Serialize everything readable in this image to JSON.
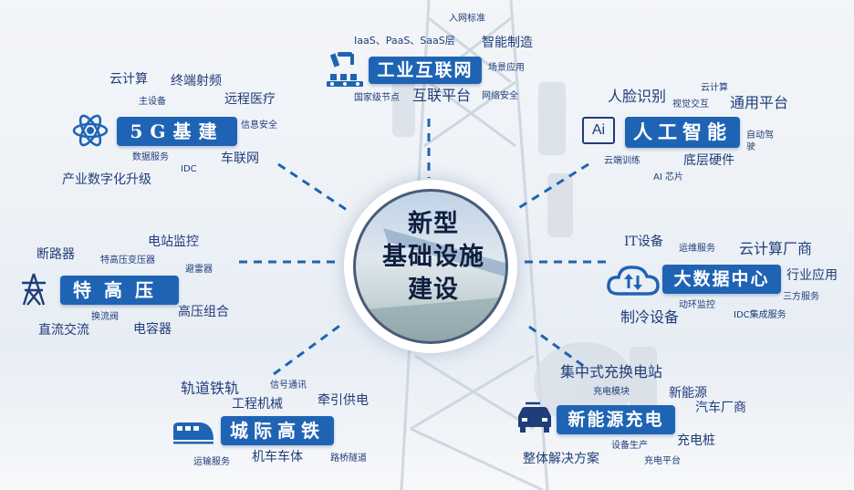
{
  "center": {
    "line1": "新型",
    "line2": "基础设施",
    "line3": "建设"
  },
  "nodes": {
    "industrial_internet": {
      "title": "工业互联网",
      "keywords": [
        "入网标准",
        "IaaS、PaaS、SaaS层",
        "智能制造",
        "场景应用",
        "国家级节点",
        "互联平台",
        "网络安全"
      ]
    },
    "five_g": {
      "title": "5G基建",
      "keywords": [
        "云计算",
        "终端射频",
        "主设备",
        "远程医疗",
        "信息安全",
        "数据服务",
        "IDC",
        "车联网",
        "产业数字化升级"
      ]
    },
    "ai": {
      "title": "人工智能",
      "icon_text": "Ai",
      "keywords": [
        "云计算",
        "人脸识别",
        "视觉交互",
        "通用平台",
        "自动驾驶",
        "云端训练",
        "底层硬件",
        "AI 芯片"
      ]
    },
    "uhv": {
      "title": "特高压",
      "keywords": [
        "电站监控",
        "断路器",
        "特高压变压器",
        "避雷器",
        "换流阀",
        "高压组合",
        "直流交流",
        "电容器"
      ]
    },
    "big_data": {
      "title": "大数据中心",
      "keywords": [
        "IT设备",
        "运维服务",
        "云计算厂商",
        "行业应用",
        "三方服务",
        "动环监控",
        "IDC集成服务",
        "制冷设备"
      ]
    },
    "intercity_rail": {
      "title": "城际高铁",
      "keywords": [
        "轨道铁轨",
        "信号通讯",
        "工程机械",
        "牵引供电",
        "运输服务",
        "机车车体",
        "路桥隧道"
      ]
    },
    "ev_charging": {
      "title": "新能源充电",
      "keywords": [
        "集中式充换电站",
        "充电模块",
        "新能源",
        "汽车厂商",
        "设备生产",
        "充电桩",
        "整体解决方案",
        "充电平台"
      ]
    }
  },
  "icons": [
    "robot-arm-factory-icon",
    "atom-icon",
    "ai-chip-icon",
    "power-tower-icon",
    "cloud-data-icon",
    "high-speed-train-icon",
    "ev-charging-car-icon"
  ],
  "colors": {
    "label_bg": "#1f64b4",
    "text": "#1f3d78",
    "dash": "#1f64b4"
  }
}
